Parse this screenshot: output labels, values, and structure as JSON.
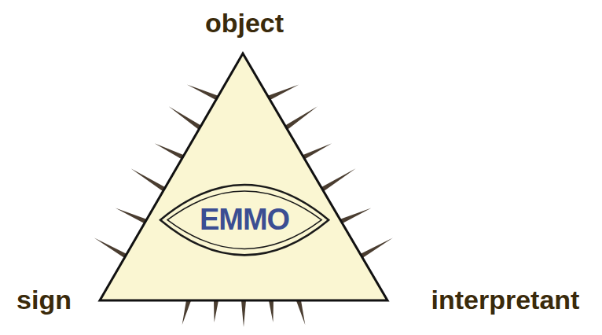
{
  "diagram": {
    "nodes": [
      {
        "text": [
          "EMMO"
        ]
      }
    ],
    "labels": [
      "object",
      "sign",
      "interpretant"
    ]
  }
}
